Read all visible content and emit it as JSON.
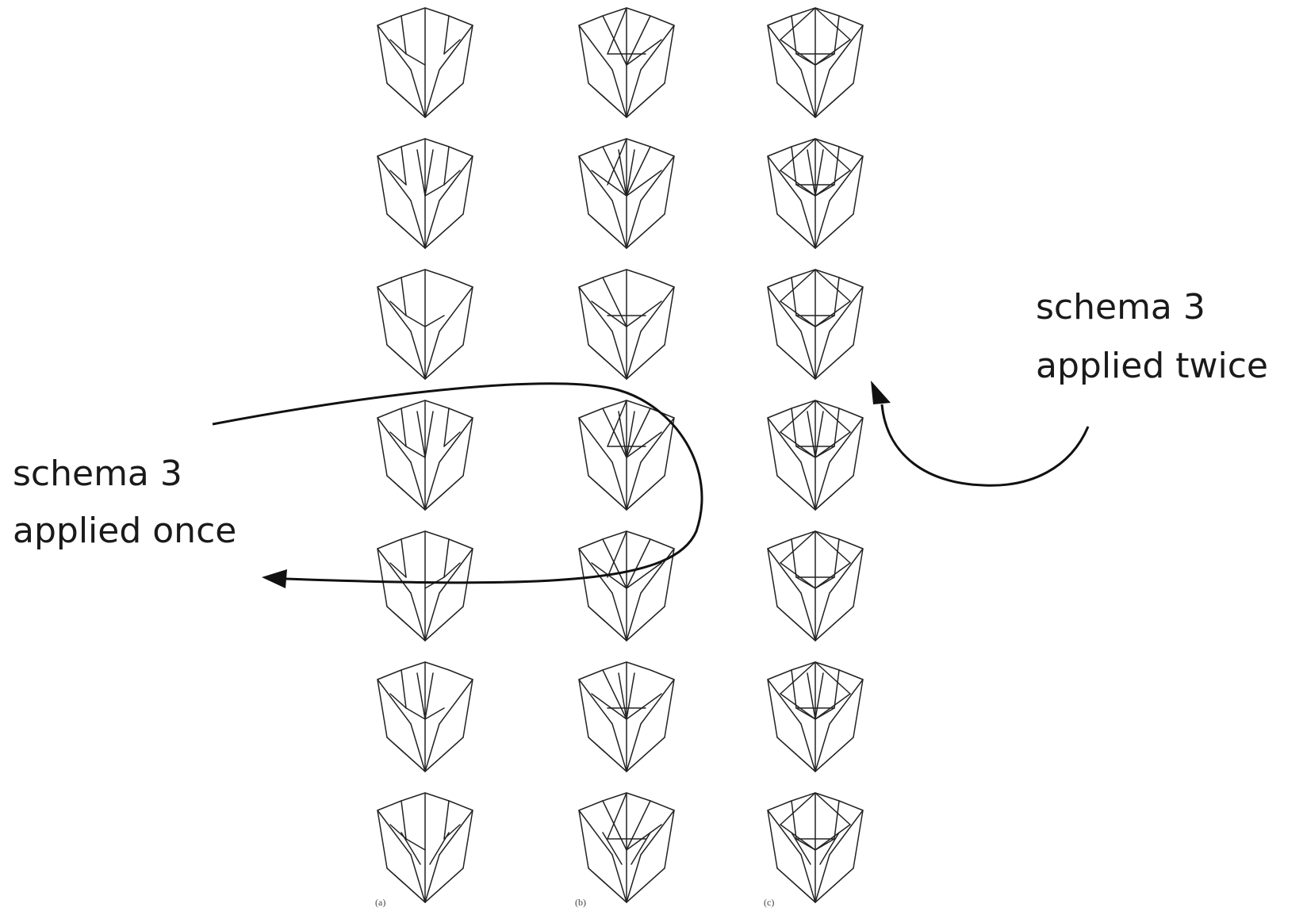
{
  "columns": [
    {
      "id": "a",
      "sublabel": "(a)",
      "variant": 0
    },
    {
      "id": "b",
      "sublabel": "(b)",
      "variant": 1
    },
    {
      "id": "c",
      "sublabel": "(c)",
      "variant": 2
    }
  ],
  "rows": 7,
  "annotations": {
    "once": {
      "line1": "schema 3",
      "line2": "applied once"
    },
    "twice": {
      "line1": "schema 3",
      "line2": "applied twice"
    }
  },
  "colors": {
    "stroke": "#222222",
    "arrow": "#111111",
    "background": "#ffffff"
  }
}
